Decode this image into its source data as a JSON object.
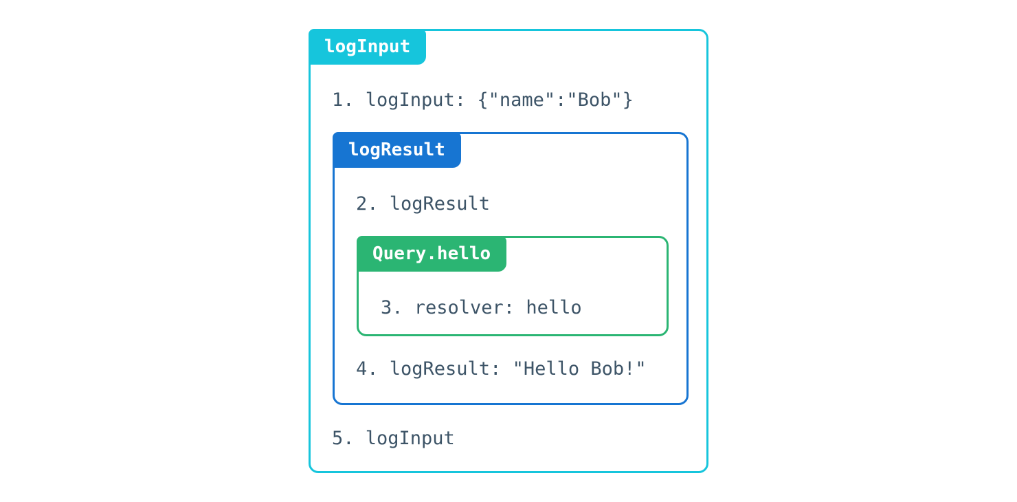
{
  "colors": {
    "background": "#ffffff",
    "outer_accent": "#16c5dc",
    "middle_accent": "#1775d2",
    "inner_accent": "#2bb573",
    "step_text": "#3d5467",
    "tab_text": "#ffffff"
  },
  "diagram": {
    "outer_box": {
      "label": "logInput",
      "step_before": "1. logInput: {\"name\":\"Bob\"}",
      "step_after": "5. logInput"
    },
    "middle_box": {
      "label": "logResult",
      "step_before": "2. logResult",
      "step_after": "4. logResult: \"Hello Bob!\""
    },
    "inner_box": {
      "label": "Query.hello",
      "step": "3. resolver: hello"
    }
  }
}
